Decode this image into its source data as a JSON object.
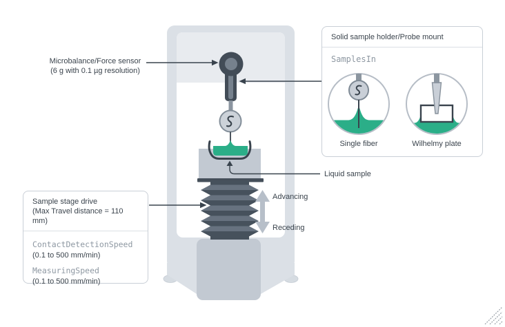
{
  "figure": {
    "microbalance_label": {
      "line1": "Microbalance/Force sensor",
      "line2": "(6 g with 0.1 µg resolution)"
    },
    "probe_panel": {
      "title": "Solid sample holder/Probe mount",
      "parameter": "SamplesIn",
      "options": [
        {
          "label": "Single fiber"
        },
        {
          "label": "Wilhelmy plate"
        }
      ]
    },
    "liquid_sample_label": "Liquid sample",
    "stage_panel": {
      "title_line1": "Sample stage drive",
      "title_line2": "(Max Travel distance = 110 mm)",
      "parameters": [
        {
          "name": "ContactDetectionSpeed",
          "range": "(0.1 to 500 mm/min)"
        },
        {
          "name": "MeasuringSpeed",
          "range": "(0.1 to 500 mm/min)"
        }
      ]
    },
    "motion_labels": {
      "up": "Advancing",
      "down": "Receding"
    }
  },
  "colors": {
    "liquid_green": "#2bae88",
    "slate_dark": "#424c57",
    "slate_mid": "#76818d",
    "frame_gray": "#dbe0e6",
    "band_gray": "#e8ebef",
    "stage_gray": "#c2c9d2",
    "text_dark": "#3a434c",
    "text_muted": "#8e98a2",
    "arrow_gray": "#b7bfc9"
  }
}
